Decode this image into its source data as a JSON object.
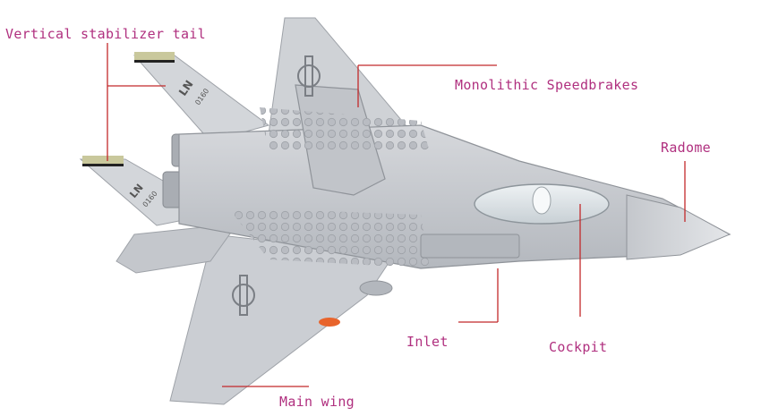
{
  "labels": {
    "vertical_stabilizer": "Vertical stabilizer tail",
    "speedbrakes": "Monolithic Speedbrakes",
    "radome": "Radome",
    "inlet": "Inlet",
    "cockpit": "Cockpit",
    "main_wing": "Main wing"
  },
  "tail_markings": {
    "upper_code": "LN",
    "upper_serial": "0160",
    "lower_code": "LN",
    "lower_serial": "0160"
  },
  "colors": {
    "label_text": "#b0307f",
    "leader_line": "#c2292b",
    "body_grey": "#c9ccd1",
    "dark_grey": "#9fa3a9",
    "canopy": "#dfe6ea",
    "missile_orange": "#e8642c"
  },
  "icons": [
    "roundel-icon"
  ]
}
